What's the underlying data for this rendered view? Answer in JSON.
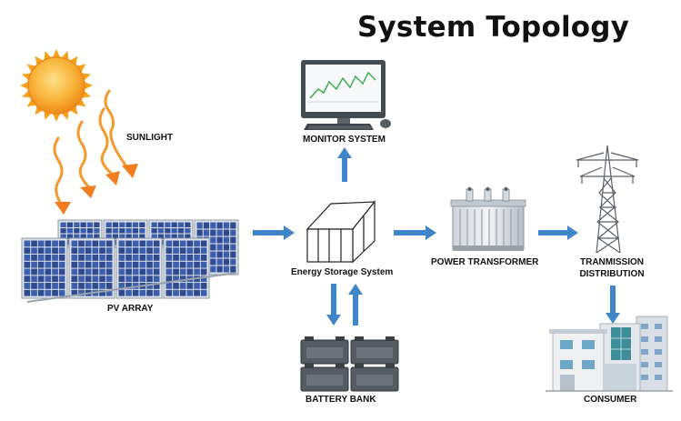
{
  "title": "System Topology",
  "nodes": {
    "sunlight": "SUNLIGHT",
    "pv_array": "PV ARRAY",
    "monitor_system": "MONITOR SYSTEM",
    "energy_storage": "Energy Storage System",
    "battery_bank": "BATTERY BANK",
    "power_transformer": "POWER TRANSFORMER",
    "transmission_line1": "TRANMISSION",
    "transmission_line2": "DISTRIBUTION",
    "consumer": "CONSUMER"
  },
  "colors": {
    "arrow": "#3f86c8",
    "sun_outer": "#f7a21b",
    "sun_inner": "#f6b73c",
    "sun_rays": "#f29a2e",
    "panel": "#2f4a8f",
    "panel_cell": "#3b5fae",
    "storage_blue": "#3b6ea8"
  }
}
